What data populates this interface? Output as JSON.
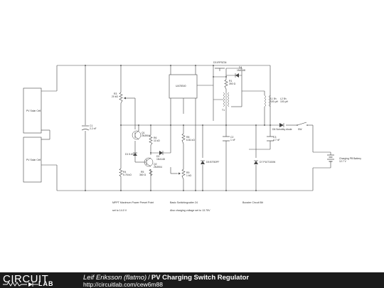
{
  "labels": {
    "pv1": "PV Solar Cell",
    "pv2": "PV Solar Cell",
    "c1": "C1",
    "c1v": "2.2 nF",
    "r3": "R3",
    "r3v": "20 kΩ",
    "q1": "Q1",
    "q1t": "2N3904",
    "r6": "R6",
    "r6v": "11 kΩ",
    "d1": "D1 5.6V",
    "r4": "R4",
    "r4v": "5.76 kΩ",
    "q2": "Q2",
    "q2t": "2N3904",
    "r5": "R5",
    "r5v": "360 Ω",
    "d2": "D2",
    "d2t": "1N4148",
    "r8": "R8",
    "r8v": "6.81 kΩ",
    "r9": "R9",
    "r9v": "1 kΩ",
    "u1": "UA78S40",
    "d3": "D3 IRF9Z34",
    "d4": "D4",
    "d4t": "1N4148",
    "r1": "R1",
    "r1v": "390 Ω",
    "t1": "T1",
    "c2": "C2",
    "c2v": "1 nF",
    "d5": "D5 BT9DPF",
    "l1": "L1 5h",
    "l1v": "100 µH",
    "l2": "L2 5h",
    "l2v": "100 µH",
    "d6": "D6 Schottky diode",
    "sw": "SW",
    "c3": "C3",
    "c3v": "4.7 nF",
    "d7": "D7 P10T100W",
    "bat": "Charging PB Battery",
    "batv": "12.7 V"
  },
  "notes": {
    "mppt": "MPPT Maximum Power Preset Point",
    "mppt_set": "set to 14.0 V",
    "switch": "Basic Switchingcaiter 24",
    "switch_set": "Also charging voltage set to 13.75V",
    "booster": "Booster Circuit Bit"
  },
  "footer": {
    "logo_top": "CIRCUIT",
    "logo_bottom": "LAB",
    "author": "Leif Eriksson (flatmo)",
    "separator": "/",
    "title": "PV Charging Switch Regulator",
    "url": "http://circuitlab.com/cew6m88"
  },
  "colors": {
    "wire": "#444444",
    "footer_bg": "#1b1b1b",
    "footer_text": "#ffffff"
  }
}
